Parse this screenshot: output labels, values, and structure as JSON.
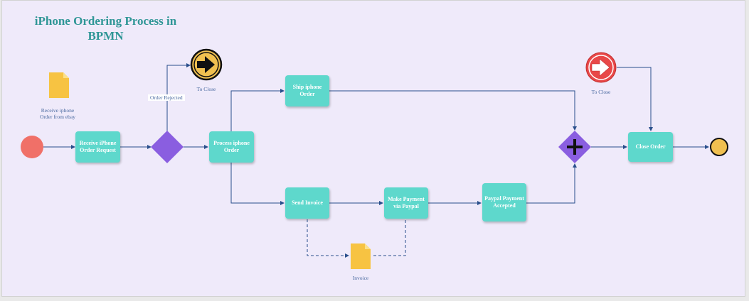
{
  "title": "iPhone Ordering Process in BPMN",
  "flow_label": "Order Rejected",
  "tasks": {
    "receive_request": "Receive iPhone\nOrder Request",
    "process_order": "Process iphone\nOrder",
    "ship_order": "Ship iphone\nOrder",
    "send_invoice": "Send Invoice",
    "make_payment": "Make Payment\nvia Paypal",
    "paypal_accepted": "Paypal Payment\nAccepted",
    "close_order": "Close Order"
  },
  "labels": {
    "receive_doc": "Receive iphone\nOrder from ebay",
    "to_close_top": "To Close",
    "to_close_right": "To Close",
    "invoice_doc": "Invoice"
  },
  "colors": {
    "task": "#5ed8cc",
    "gateway": "#8a5ee0",
    "start_event": "#f07068",
    "end_event": "#f0c050",
    "link_event": "#f0c050",
    "close_event": "#e84848",
    "document": "#f7c342",
    "connector": "#2a4f8c",
    "title": "#2f9696"
  }
}
